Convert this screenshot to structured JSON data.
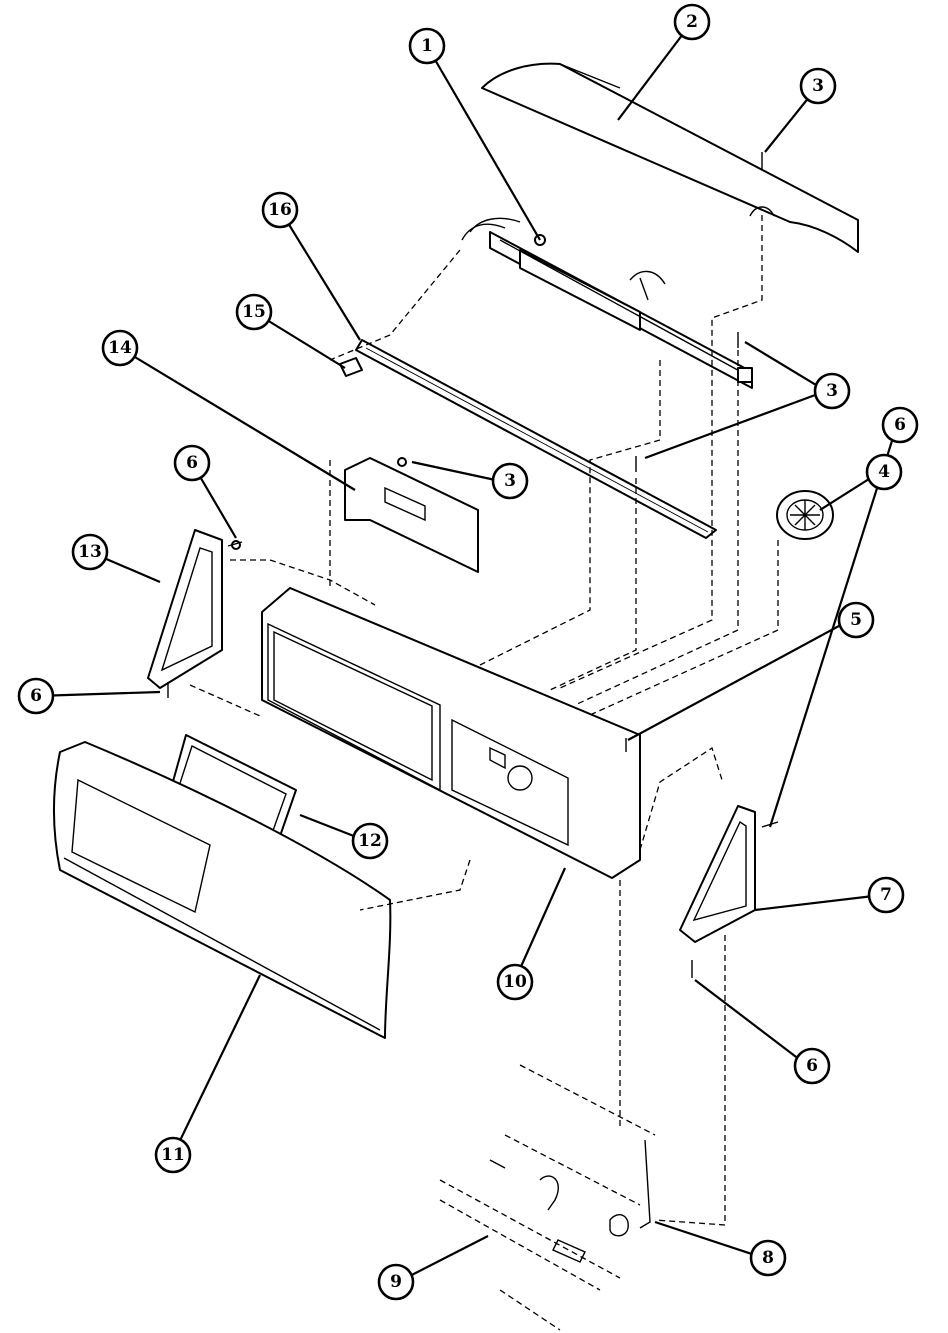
{
  "diagram": {
    "callouts": [
      {
        "id": "c1",
        "label": "1"
      },
      {
        "id": "c2",
        "label": "2"
      },
      {
        "id": "c3a",
        "label": "3"
      },
      {
        "id": "c16",
        "label": "16"
      },
      {
        "id": "c15",
        "label": "15"
      },
      {
        "id": "c14",
        "label": "14"
      },
      {
        "id": "c3b",
        "label": "3"
      },
      {
        "id": "c3c",
        "label": "3"
      },
      {
        "id": "c4",
        "label": "4"
      },
      {
        "id": "c6a",
        "label": "6"
      },
      {
        "id": "c13",
        "label": "13"
      },
      {
        "id": "c6b",
        "label": "6"
      },
      {
        "id": "c5",
        "label": "5"
      },
      {
        "id": "c6c",
        "label": "6"
      },
      {
        "id": "c12",
        "label": "12"
      },
      {
        "id": "c7",
        "label": "7"
      },
      {
        "id": "c10",
        "label": "10"
      },
      {
        "id": "c6d",
        "label": "6"
      },
      {
        "id": "c11",
        "label": "11"
      },
      {
        "id": "c8",
        "label": "8"
      },
      {
        "id": "c9",
        "label": "9"
      }
    ]
  }
}
